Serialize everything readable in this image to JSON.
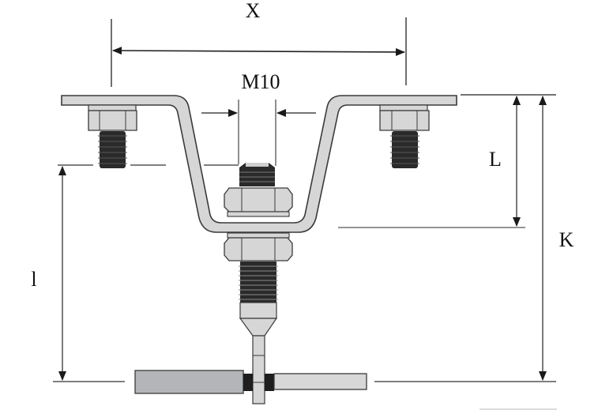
{
  "diagram": {
    "type": "engineering-dimension-drawing",
    "subject": "Z-bracket with hex-nut bolts and threaded sensor rod",
    "labels": {
      "x_dim": "X",
      "thread": "M10",
      "l_upper": "L",
      "k_total": "K",
      "l_lower": "l"
    },
    "colors": {
      "metal_fill": "#d6d6d6",
      "metal_stroke": "#3a3a3a",
      "thread_dark": "#2a2a2a",
      "left_block": "#b3b5b8",
      "right_block": "#d8d8d8",
      "dimension_line": "#222222"
    }
  }
}
